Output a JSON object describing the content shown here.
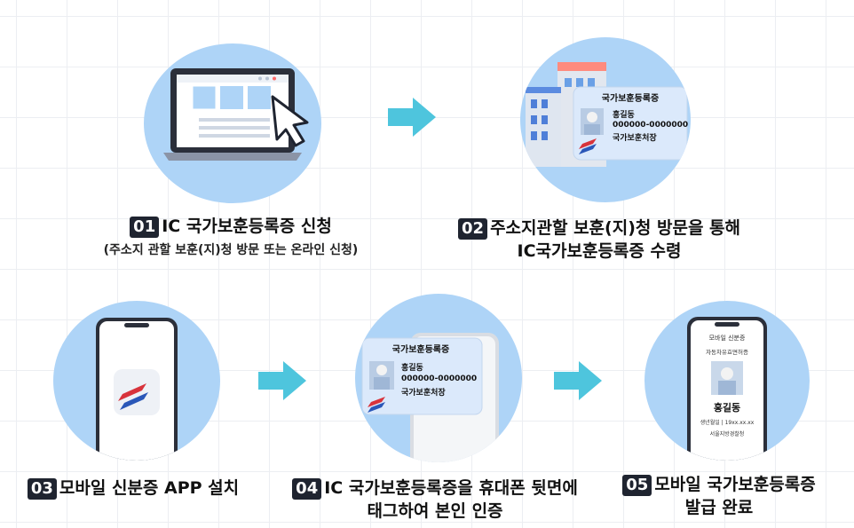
{
  "steps": [
    {
      "num": "01",
      "title": "IC 국가보훈등록증 신청",
      "sub": "(주소지 관할 보훈(지)청 방문 또는 온라인 신청)"
    },
    {
      "num": "02",
      "title": "주소지관할 보훈(지)청 방문을 통해",
      "title2": "IC국가보훈등록증 수령"
    },
    {
      "num": "03",
      "title": "모바일 신분증 APP 설치"
    },
    {
      "num": "04",
      "title": "IC 국가보훈등록증을 휴대폰 뒷면에",
      "title2": "태그하여 본인 인증"
    },
    {
      "num": "05",
      "title": "모바일 국가보훈등록증",
      "title2": "발급 완료"
    }
  ],
  "card": {
    "title": "국가보훈등록증",
    "name": "홍길동",
    "id_number": "000000-0000000",
    "issuer": "국가보훈처장"
  },
  "phone_screen": {
    "header": "모바일 신분증",
    "subheader": "자동차유효면허증",
    "name": "홍길동",
    "detail": "생년월일 | 19xx.xx.xx",
    "issuer": "서울지방경찰청"
  },
  "colors": {
    "circle": "#aed4f7",
    "arrow": "#4ec5dd",
    "badge": "#1f2430"
  },
  "icons": [
    "laptop-icon",
    "cursor-icon",
    "building-icon",
    "id-card-icon",
    "smartphone-icon",
    "app-icon",
    "arrow-right-icon"
  ]
}
